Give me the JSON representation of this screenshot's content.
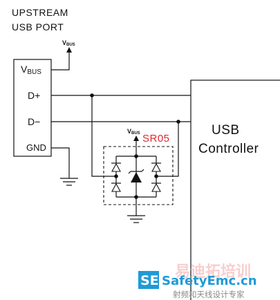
{
  "upstream_port": {
    "line1": "UPSTREAM",
    "line2": "USB PORT"
  },
  "vbus_arrow_label": {
    "main": "V",
    "sub": "BUS"
  },
  "connector_pins": {
    "vbus": {
      "main": "V",
      "sub": "BUS"
    },
    "dplus": "D+",
    "dminus": "D−",
    "gnd": "GND"
  },
  "controller": {
    "line1": "USB",
    "line2": "Controller"
  },
  "tvs": {
    "part": "SR05",
    "vbus": {
      "main": "V",
      "sub": "BUS"
    }
  },
  "watermark": {
    "badge": "SE",
    "site": "SafetyEmc.cn",
    "cn_top": "易迪拓培训",
    "cn_bottom": "射频和天线设计专家"
  }
}
